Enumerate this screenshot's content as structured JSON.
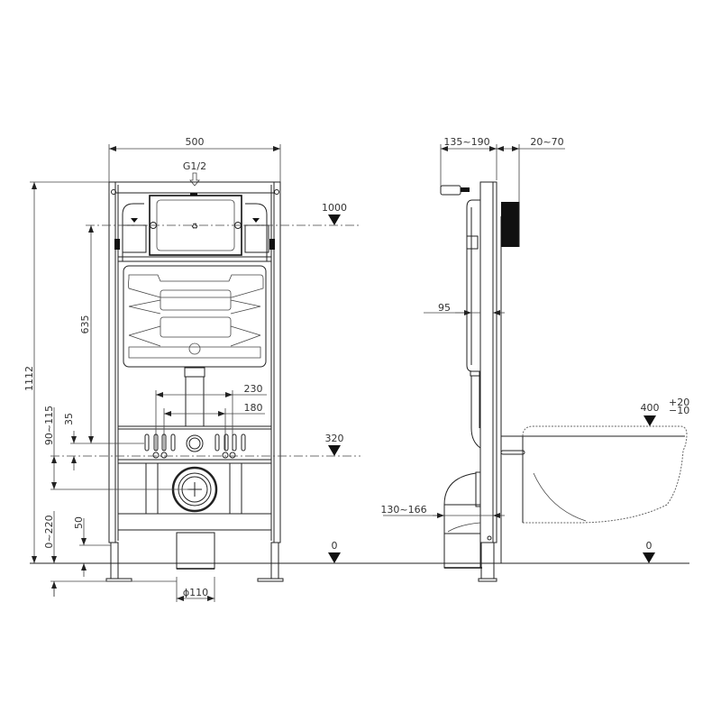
{
  "drawing": {
    "front_view": {
      "width_dim": "500",
      "water_inlet": "G1/2",
      "height_total": "1112",
      "flush_height_dim": "635",
      "inlet_spacing_outer": "230",
      "inlet_spacing_inner": "180",
      "offset_35": "35",
      "range_90_115": "90~115",
      "range_0_220": "0~220",
      "leg_50": "50",
      "drain_diameter": "ϕ110",
      "level_1000": "1000",
      "level_320": "320",
      "level_0": "0"
    },
    "side_view": {
      "wall_depth": "135~190",
      "plate_depth": "20~70",
      "cistern_depth": "95",
      "drain_offset": "130~166",
      "seat_height": "400",
      "seat_tol_plus": "+20",
      "seat_tol_minus": "−10",
      "level_0": "0"
    }
  }
}
